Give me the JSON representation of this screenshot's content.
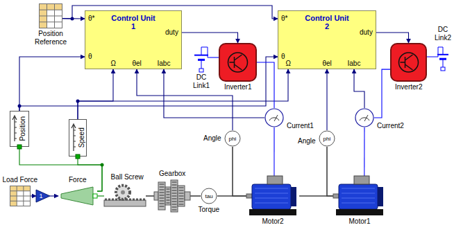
{
  "diagram": {
    "nodes": [
      {
        "text": [
          "Position Reference"
        ]
      },
      {
        "text": [
          "Control Unit 1",
          "θ*",
          "θ",
          "Ω",
          "θel",
          "Iabc",
          "duty"
        ]
      },
      {
        "text": [
          "Inverter1"
        ]
      },
      {
        "text": [
          "DC Link1"
        ]
      },
      {
        "text": [
          "Control Unit 2",
          "θ*",
          "θ",
          "Ω",
          "θel",
          "Iabc",
          "duty"
        ]
      },
      {
        "text": [
          "Inverter2"
        ]
      },
      {
        "text": [
          "DC Link2"
        ]
      },
      {
        "text": [
          "Position"
        ]
      },
      {
        "text": [
          "Speed"
        ]
      },
      {
        "text": [
          "phi",
          "Angle"
        ]
      },
      {
        "text": [
          "Current1"
        ]
      },
      {
        "text": [
          "phi",
          "Angle"
        ]
      },
      {
        "text": [
          "Current2"
        ]
      },
      {
        "text": [
          "Load Force"
        ]
      },
      {
        "text": [
          "1"
        ]
      },
      {
        "text": [
          "Force"
        ]
      },
      {
        "text": [
          "Ball Screw"
        ]
      },
      {
        "text": [
          "Gearbox"
        ]
      },
      {
        "text": [
          "tau",
          "Torque"
        ]
      },
      {
        "text": [
          "Motor2"
        ]
      },
      {
        "text": [
          "Motor1"
        ]
      }
    ],
    "edges": [
      {
        "from": 0,
        "to": 1,
        "arrow": "to"
      },
      {
        "from": 0,
        "to": 4,
        "arrow": "to"
      },
      {
        "from": 7,
        "to": 1,
        "arrow": "to"
      },
      {
        "from": 7,
        "to": 4,
        "arrow": "to"
      },
      {
        "from": 8,
        "to": 1,
        "arrow": "to"
      },
      {
        "from": 8,
        "to": 4,
        "arrow": "to"
      },
      {
        "from": 9,
        "to": 1,
        "arrow": "to"
      },
      {
        "from": 10,
        "to": 1,
        "arrow": "to"
      },
      {
        "from": 11,
        "to": 4,
        "arrow": "to"
      },
      {
        "from": 12,
        "to": 4,
        "arrow": "to"
      },
      {
        "from": 1,
        "to": 2,
        "arrow": "to"
      },
      {
        "from": 4,
        "to": 5,
        "arrow": "to"
      },
      {
        "from": 3,
        "to": 2,
        "arrow": "none"
      },
      {
        "from": 6,
        "to": 5,
        "arrow": "none"
      },
      {
        "from": 2,
        "to": 10,
        "arrow": "none"
      },
      {
        "from": 10,
        "to": 19,
        "arrow": "none"
      },
      {
        "from": 5,
        "to": 12,
        "arrow": "none"
      },
      {
        "from": 12,
        "to": 20,
        "arrow": "none"
      },
      {
        "from": 13,
        "to": 14,
        "arrow": "to"
      },
      {
        "from": 14,
        "to": 15,
        "arrow": "to"
      },
      {
        "from": 15,
        "to": 16,
        "arrow": "none"
      },
      {
        "from": 16,
        "to": 17,
        "arrow": "none"
      },
      {
        "from": 17,
        "to": 18,
        "arrow": "none"
      },
      {
        "from": 18,
        "to": 19,
        "arrow": "none"
      },
      {
        "from": 19,
        "to": 20,
        "arrow": "none"
      },
      {
        "from": 7,
        "to": 15,
        "arrow": "none"
      },
      {
        "from": 8,
        "to": 15,
        "arrow": "none"
      },
      {
        "from": 9,
        "to": 19,
        "arrow": "none"
      },
      {
        "from": 11,
        "to": 20,
        "arrow": "none"
      }
    ]
  }
}
